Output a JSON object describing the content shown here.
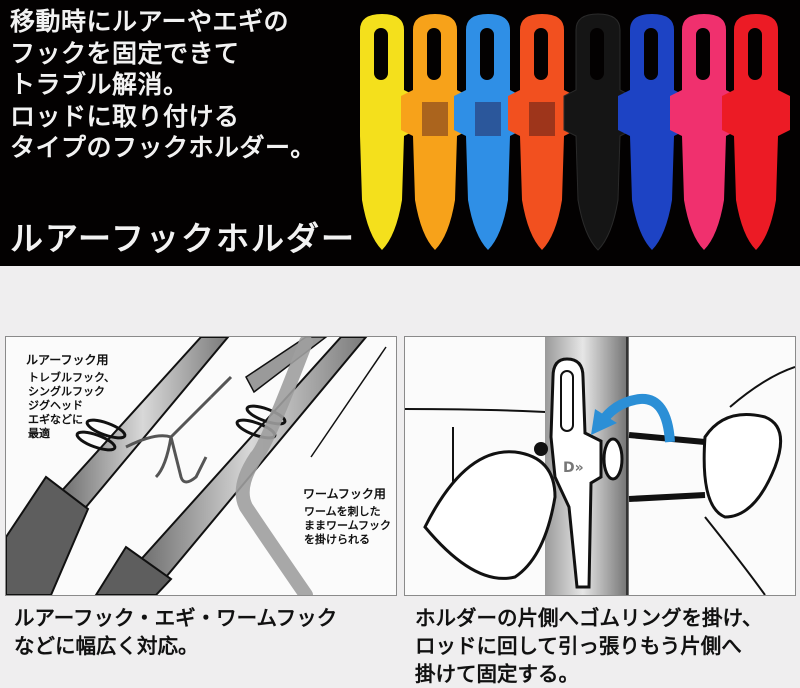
{
  "banner": {
    "lines": [
      "移動時にルアーやエギの",
      "フックを固定できて",
      "トラブル解消。",
      "ロッドに取り付ける",
      "タイプのフックホルダー。"
    ],
    "title": "ルアーフックホルダー",
    "holder_colors": [
      "#f4e01c",
      "#f7a21a",
      "#2f8fe6",
      "#f2501f",
      "#151515",
      "#1d43c4",
      "#f0306e",
      "#ec1b25"
    ]
  },
  "left_panel": {
    "lure_label_title": "ルアーフック用",
    "lure_label_lines": [
      "トレブルフック、",
      "シングルフック",
      "ジグヘッド",
      "エギなどに",
      "最適"
    ],
    "worm_label_title": "ワームフック用",
    "worm_label_lines": [
      "ワームを刺した",
      "ままワームフック",
      "を掛けられる"
    ]
  },
  "right_panel": {
    "logo_text": "D",
    "arrow_color": "#2b8fd6"
  },
  "captions": {
    "left": [
      "ルアーフック・エギ・ワームフック",
      "などに幅広く対応。"
    ],
    "right": [
      "ホルダーの片側へゴムリングを掛け、",
      "ロッドに回して引っ張りもう片側へ",
      "掛けて固定する。"
    ]
  }
}
